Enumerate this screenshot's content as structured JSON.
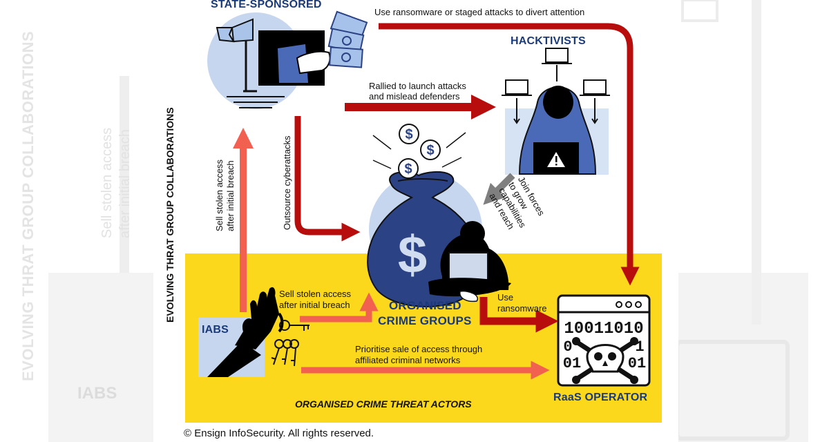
{
  "diagram": {
    "side_title": "EVOLVING THRAT GROUP COLLABORATIONS",
    "zone_title": "ORGANISED CRIME THREAT ACTORS",
    "copyright": "© Ensign InfoSecurity. All rights reserved.",
    "actors": {
      "state": "STATE-SPONSORED",
      "hacktivists": "HACKTIVISTS",
      "ocg_line1": "ORGANISED",
      "ocg_line2": "CRIME GROUPS",
      "iabs": "IABS",
      "raas": "RaaS OPERATOR"
    },
    "flows": {
      "state_to_raas": "Use ransomware or staged attacks to divert attention",
      "state_to_hacktivists_line1": "Rallied to launch attacks",
      "state_to_hacktivists_line2": "and mislead defenders",
      "state_to_ocg": "Outsource cyberattacks",
      "iabs_to_state_line1": "Sell stolen access",
      "iabs_to_state_line2": "after initial breach",
      "iabs_to_ocg_line1": "Sell stolen access",
      "iabs_to_ocg_line2": "after initial breach",
      "hacktivists_to_ocg_line1": "Join forces",
      "hacktivists_to_ocg_line2": "to grow",
      "hacktivists_to_ocg_line3": "capabilities",
      "hacktivists_to_ocg_line4": "and reach",
      "ocg_to_raas_line1": "Use",
      "ocg_to_raas_line2": "ransomware",
      "iabs_to_raas_line1": "Prioritise sale of access through",
      "iabs_to_raas_line2": "affiliated criminal networks"
    },
    "raas_binary": [
      "10011010",
      "0",
      "1",
      "01",
      "01"
    ],
    "colors": {
      "yellow_zone": "#fbd81c",
      "dark_red_arrow": "#b80d0d",
      "light_red_arrow": "#f2614f",
      "navy": "#2b4284",
      "grey_arrow": "#7f7f7f"
    },
    "icons": [
      "flag-icon",
      "money-hand-icon",
      "cash-icon",
      "hooded-hacker-icon",
      "laptop-icon",
      "warning-icon",
      "money-bag-icon",
      "dollar-coin-icon",
      "hacker-on-laptop-icon",
      "hand-holding-keys-icon",
      "key-icon",
      "ransomware-window-icon",
      "skull-icon"
    ]
  },
  "watermark": {
    "side_title": "EVOLVING THRAT GROUP COLLABORATIONS",
    "sell_line1": "Sell stolen access",
    "sell_line2": "after initial breach",
    "iabs": "IABS"
  }
}
